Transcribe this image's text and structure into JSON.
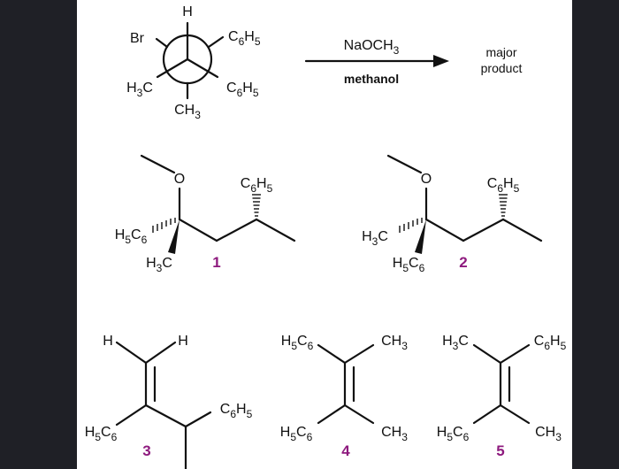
{
  "reaction": {
    "reagent": "NaOCH3",
    "solvent": "methanol",
    "result": [
      "major",
      "product"
    ],
    "newman": {
      "front": [
        "H",
        "H3C",
        "CH3"
      ],
      "back": [
        "Br",
        "C6H5",
        "C6H5"
      ]
    }
  },
  "choices": [
    {
      "number": "1",
      "groups": [
        "C6H5",
        "H5C6",
        "H3C"
      ]
    },
    {
      "number": "2",
      "groups": [
        "C6H5",
        "H3C",
        "H5C6"
      ]
    },
    {
      "number": "3",
      "groups": [
        "H",
        "H",
        "H5C6",
        "C6H5"
      ]
    },
    {
      "number": "4",
      "groups": [
        "H5C6",
        "CH3",
        "H5C6",
        "CH3"
      ]
    },
    {
      "number": "5",
      "groups": [
        "H3C",
        "C6H5",
        "H5C6",
        "CH3"
      ]
    }
  ],
  "atom_oxygen": "O",
  "colors": {
    "number": "#8e1a7e",
    "background": "#1f2026",
    "panel": "#ffffff"
  }
}
